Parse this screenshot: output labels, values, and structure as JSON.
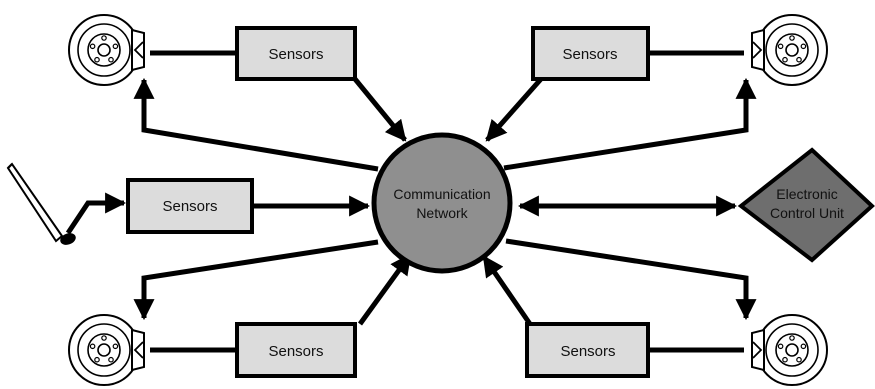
{
  "diagram": {
    "sensors": [
      {
        "id": "sensor-top-left",
        "label": "Sensors"
      },
      {
        "id": "sensor-top-right",
        "label": "Sensors"
      },
      {
        "id": "sensor-middle-left",
        "label": "Sensors"
      },
      {
        "id": "sensor-bottom-left",
        "label": "Sensors"
      },
      {
        "id": "sensor-bottom-right",
        "label": "Sensors"
      }
    ],
    "network": {
      "line1": "Communication",
      "line2": "Network"
    },
    "ecu": {
      "line1": "Electronic",
      "line2": "Control Unit"
    },
    "colors": {
      "sensor_fill": "#dcdcdc",
      "network_fill": "#8f8f8f",
      "ecu_fill": "#6e6e6e",
      "stroke": "#000000"
    },
    "icons": {
      "wheel": "brake-disc-wheel-icon",
      "pedal": "pedal-sensor-icon"
    }
  }
}
